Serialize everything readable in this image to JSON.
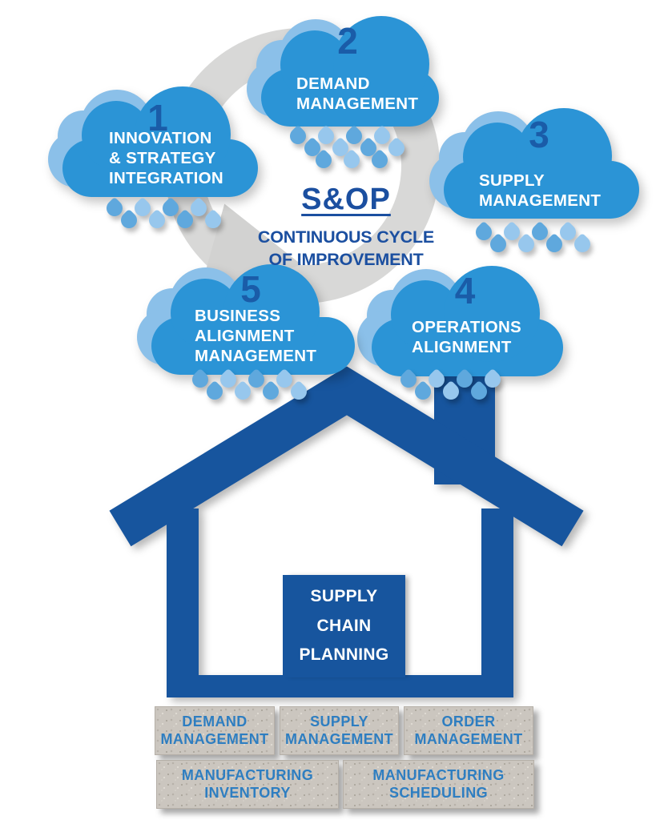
{
  "center": {
    "title": "S&OP",
    "subtitle_line1": "CONTINUOUS CYCLE",
    "subtitle_line2": "OF IMPROVEMENT"
  },
  "clouds": [
    {
      "number": "1",
      "lines": [
        "INNOVATION",
        "& STRATEGY",
        "INTEGRATION"
      ],
      "rain_rows": [
        4,
        4
      ]
    },
    {
      "number": "2",
      "lines": [
        "DEMAND",
        "MANAGEMENT"
      ],
      "rain_rows": [
        4,
        4,
        3
      ]
    },
    {
      "number": "3",
      "lines": [
        "SUPPLY",
        "MANAGEMENT"
      ],
      "rain_rows": [
        4,
        4
      ]
    },
    {
      "number": "4",
      "lines": [
        "OPERATIONS",
        "ALIGNMENT"
      ],
      "rain_rows": [
        4,
        3
      ]
    },
    {
      "number": "5",
      "lines": [
        "BUSINESS",
        "ALIGNMENT",
        "MANAGEMENT"
      ],
      "rain_rows": [
        4,
        4
      ]
    }
  ],
  "house": {
    "label_lines": [
      "SUPPLY",
      "CHAIN",
      "PLANNING"
    ]
  },
  "foundation": {
    "bricks": [
      {
        "lines": [
          "DEMAND",
          "MANAGEMENT"
        ]
      },
      {
        "lines": [
          "SUPPLY",
          "MANAGEMENT"
        ]
      },
      {
        "lines": [
          "ORDER",
          "MANAGEMENT"
        ]
      },
      {
        "lines": [
          "MANUFACTURING",
          "INVENTORY"
        ]
      },
      {
        "lines": [
          "MANUFACTURING",
          "SCHEDULING"
        ]
      }
    ]
  },
  "colors": {
    "cloud_main": "#2b94d6",
    "cloud_back": "#8bc0e9",
    "number_navy": "#1a5ca8",
    "drop_blue": "#5fa8dd",
    "drop_light_blue": "#97c7ed",
    "ring_gray": "#d8d8d7",
    "house_blue": "#17559e",
    "center_text_navy": "#1b4fa0",
    "brick_gray": "#cbc6bf",
    "brick_text_blue": "#2e7ec1"
  }
}
